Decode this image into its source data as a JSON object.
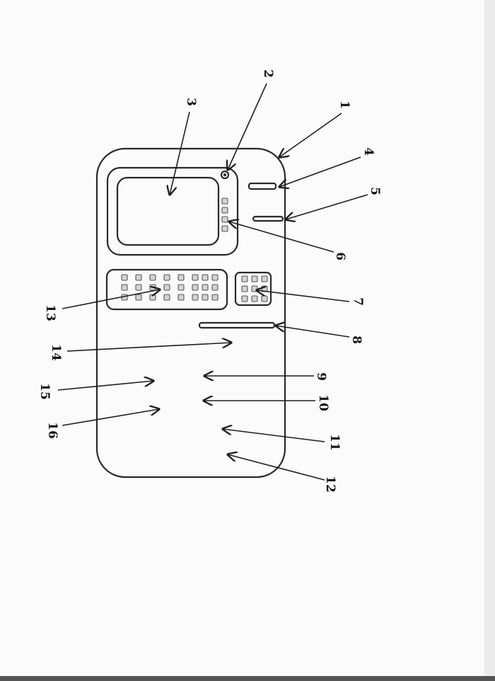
{
  "figure": {
    "callouts": [
      {
        "id": "c1",
        "label": "1"
      },
      {
        "id": "c2",
        "label": "2"
      },
      {
        "id": "c3",
        "label": "3"
      },
      {
        "id": "c4",
        "label": "4"
      },
      {
        "id": "c5",
        "label": "5"
      },
      {
        "id": "c6",
        "label": "6"
      },
      {
        "id": "c7",
        "label": "7"
      },
      {
        "id": "c8",
        "label": "8"
      },
      {
        "id": "c9",
        "label": "9"
      },
      {
        "id": "c10",
        "label": "10"
      },
      {
        "id": "c11",
        "label": "11"
      },
      {
        "id": "c12",
        "label": "12"
      },
      {
        "id": "c13",
        "label": "13"
      },
      {
        "id": "c14",
        "label": "14"
      },
      {
        "id": "c15",
        "label": "15"
      },
      {
        "id": "c16",
        "label": "16"
      }
    ]
  },
  "colors": {
    "ink": "#1e1e1e",
    "key_fill": "#d4d4d4",
    "paper": "#fbfbfb"
  }
}
